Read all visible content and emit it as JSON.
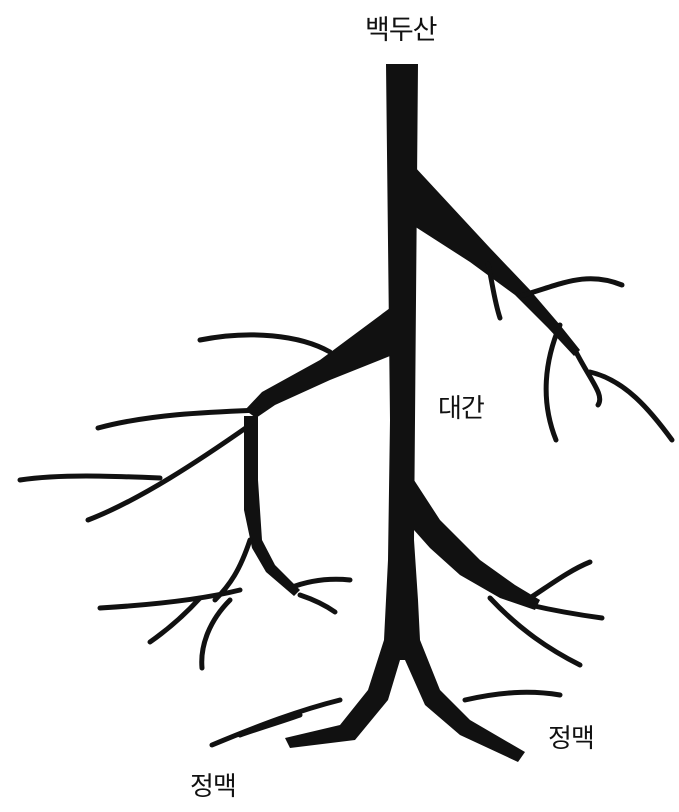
{
  "labels": {
    "summit": "백두산",
    "trunk": "대간",
    "branch_right": "정맥",
    "branch_left": "정맥"
  },
  "colors": {
    "ink": "#111111",
    "background": "#ffffff"
  }
}
